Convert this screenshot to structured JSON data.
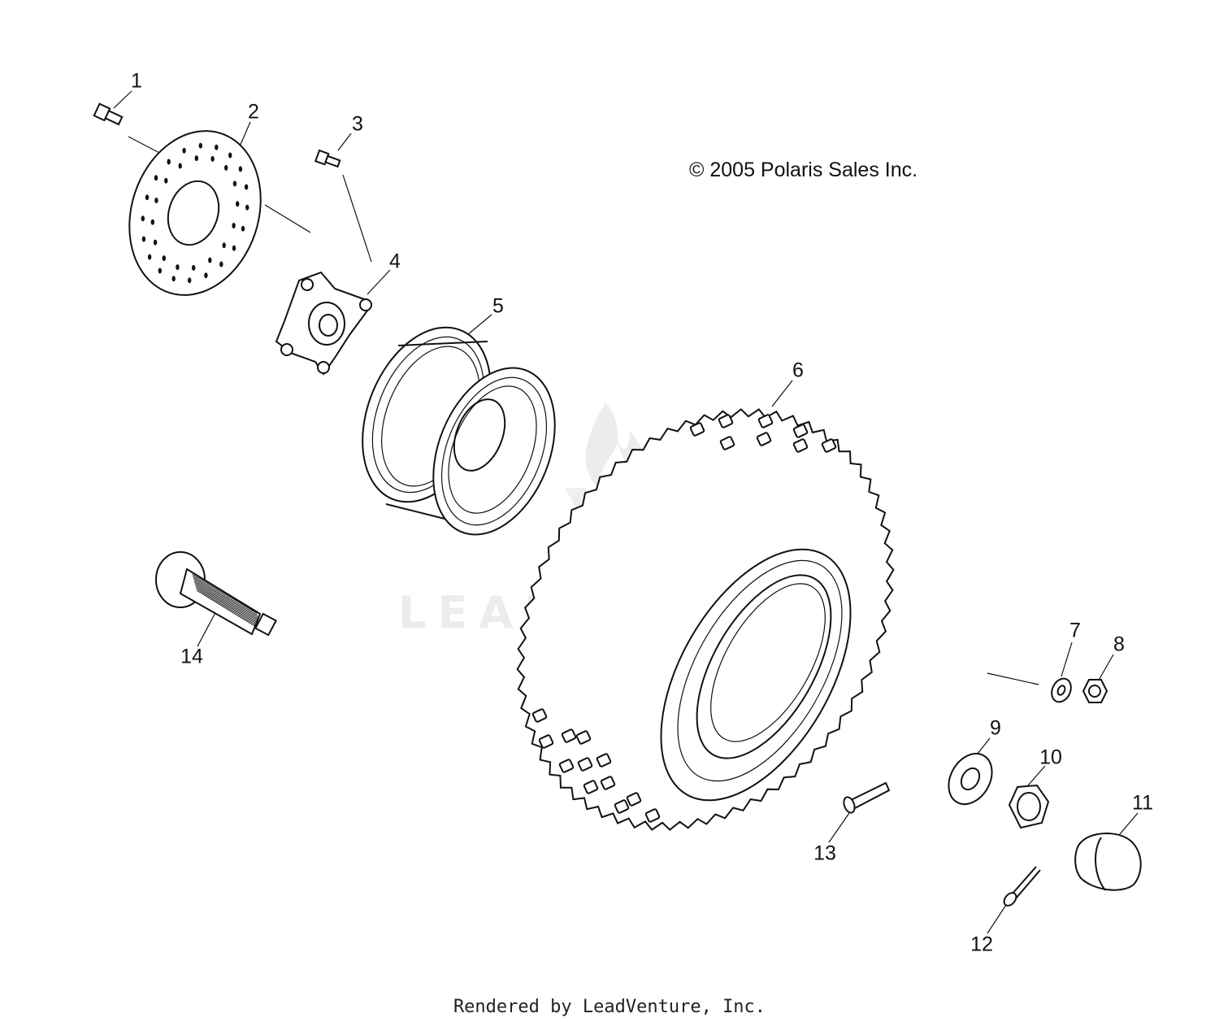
{
  "copyright": "© 2005 Polaris Sales Inc.",
  "footer": "Rendered by LeadVenture, Inc.",
  "watermark": "LEADVENTURE",
  "callouts": [
    "1",
    "2",
    "3",
    "4",
    "5",
    "6",
    "7",
    "8",
    "9",
    "10",
    "11",
    "12",
    "13",
    "14"
  ],
  "parts": [
    {
      "id": "1",
      "icon": "bolt-icon"
    },
    {
      "id": "2",
      "icon": "brake-disc-icon"
    },
    {
      "id": "3",
      "icon": "bolt-icon"
    },
    {
      "id": "4",
      "icon": "wheel-hub-icon"
    },
    {
      "id": "5",
      "icon": "wheel-rim-icon"
    },
    {
      "id": "6",
      "icon": "tire-icon"
    },
    {
      "id": "7",
      "icon": "washer-icon"
    },
    {
      "id": "8",
      "icon": "lug-nut-icon"
    },
    {
      "id": "9",
      "icon": "washer-icon"
    },
    {
      "id": "10",
      "icon": "castle-nut-icon"
    },
    {
      "id": "11",
      "icon": "hub-cap-icon"
    },
    {
      "id": "12",
      "icon": "cotter-pin-icon"
    },
    {
      "id": "13",
      "icon": "valve-stem-icon"
    },
    {
      "id": "14",
      "icon": "axle-shaft-icon"
    }
  ],
  "colors": {
    "line": "#111111",
    "watermark": "#c8c8c8"
  }
}
